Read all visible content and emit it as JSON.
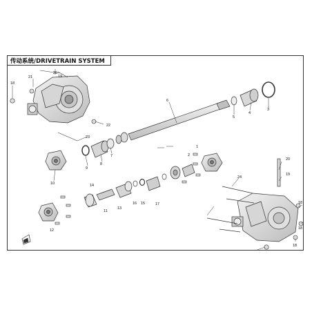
{
  "title": "传动系统/DRIVETRAIN SYSTEM",
  "callouts": [
    "20",
    "19",
    "21",
    "18",
    "22",
    "23",
    "9",
    "8",
    "7",
    "10",
    "6",
    "5",
    "4",
    "3",
    "1",
    "2",
    "11",
    "14",
    "12",
    "13",
    "16",
    "15",
    "17",
    "24",
    "20",
    "19",
    "18",
    "18",
    "18"
  ],
  "colors": {
    "line": "#333333",
    "part_fill": "#e6e6e6",
    "part_dark": "#9a9a9a",
    "bg": "#ffffff"
  },
  "icons": [
    "front-arrow-icon"
  ]
}
